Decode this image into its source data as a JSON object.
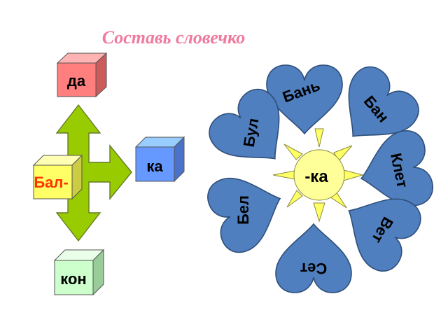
{
  "title": "Составь словечко",
  "colors": {
    "title": "#ef7a9e",
    "arrow": "#99cc00",
    "petal": "#4f7fbf",
    "sun": "#ffff99",
    "ray": "#ffff66",
    "bal_text": "#ff3300"
  },
  "cubes": {
    "top": {
      "label": "да",
      "color": "#ff7f7f"
    },
    "right": {
      "label": "ка",
      "color": "#6699ff"
    },
    "left": {
      "label": "Бал-",
      "color": "#ffff66"
    },
    "bottom": {
      "label": "кон",
      "color": "#ccffcc"
    }
  },
  "sun": {
    "label": "-ка"
  },
  "petals": [
    "Бань",
    "Бан",
    "Клет",
    "Вет",
    "Сет",
    "Бел",
    "Бул"
  ]
}
